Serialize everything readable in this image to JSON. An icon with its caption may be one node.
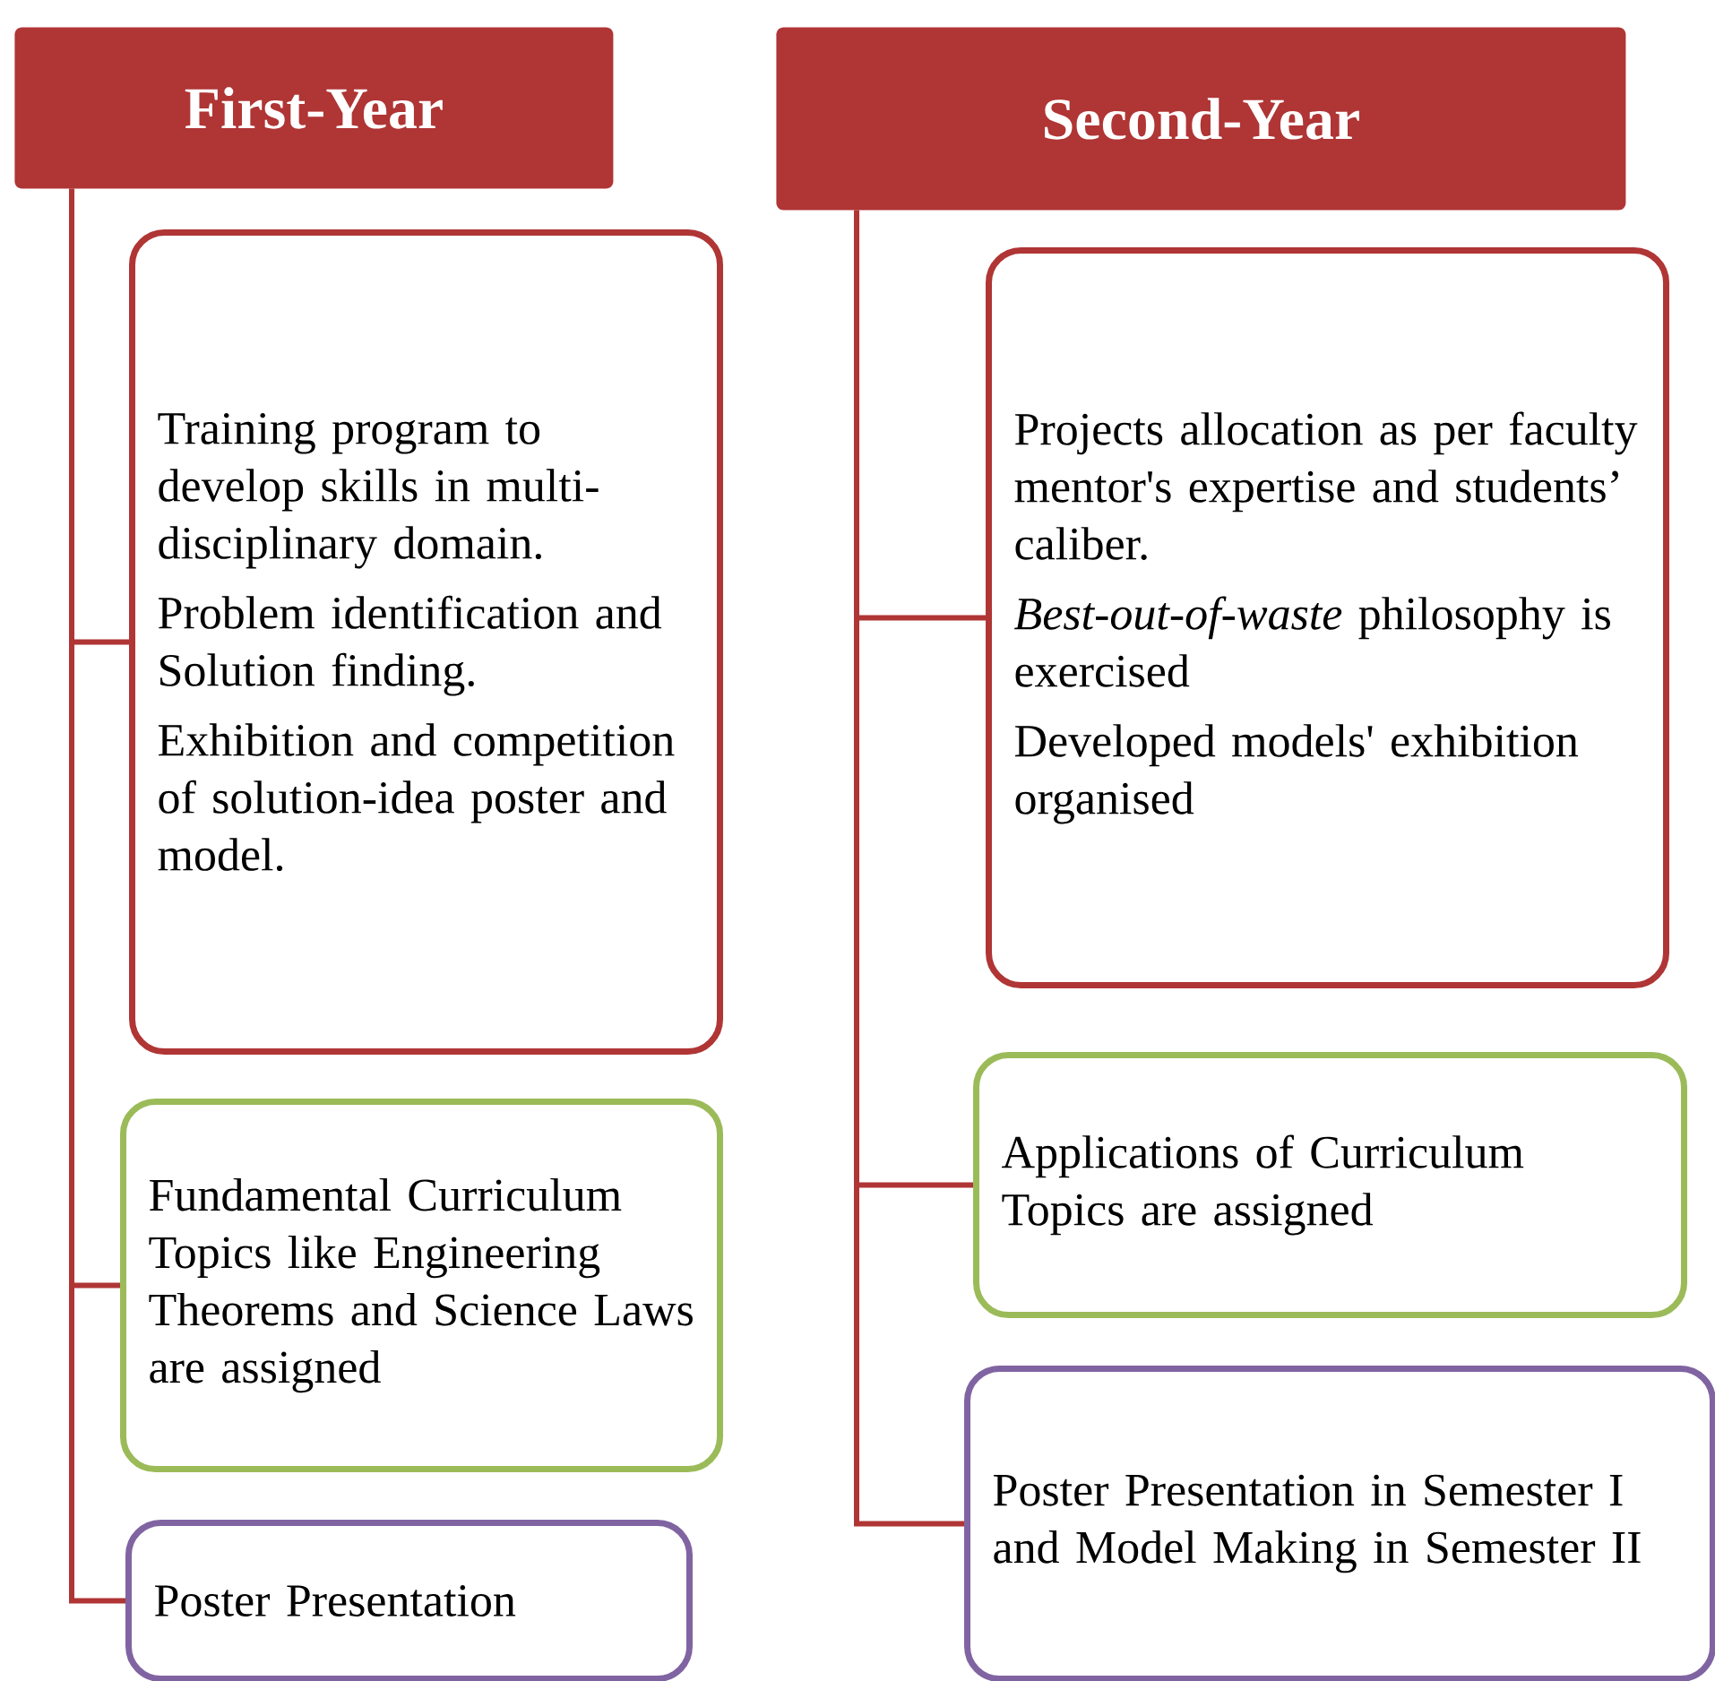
{
  "diagram": {
    "nodes": [
      {
        "text": [
          "First-Year"
        ]
      },
      {
        "text": [
          "Training program to develop skills in multi-disciplinary domain.",
          "Problem identification and Solution finding.",
          "Exhibition and competition of solution-idea poster and model."
        ]
      },
      {
        "text": [
          "Fundamental Curriculum Topics like Engineering Theorems and Science Laws are assigned"
        ]
      },
      {
        "text": [
          "Poster Presentation"
        ]
      },
      {
        "text": [
          "Second-Year"
        ]
      },
      {
        "text": [
          "Projects allocation as per faculty mentor's expertise and students’ caliber.",
          "*Best-out-of-waste* philosophy is exercised",
          "Developed models' exhibition organised"
        ]
      },
      {
        "text": [
          "Applications of Curriculum Topics are assigned"
        ]
      },
      {
        "text": [
          "Poster Presentation in Semester I and Model Making in Semester II"
        ]
      }
    ],
    "edges": [
      {
        "from": 0,
        "to": 1,
        "arrow": "none"
      },
      {
        "from": 0,
        "to": 2,
        "arrow": "none"
      },
      {
        "from": 0,
        "to": 3,
        "arrow": "none"
      },
      {
        "from": 4,
        "to": 5,
        "arrow": "none"
      },
      {
        "from": 4,
        "to": 6,
        "arrow": "none"
      },
      {
        "from": 4,
        "to": 7,
        "arrow": "none"
      }
    ]
  }
}
